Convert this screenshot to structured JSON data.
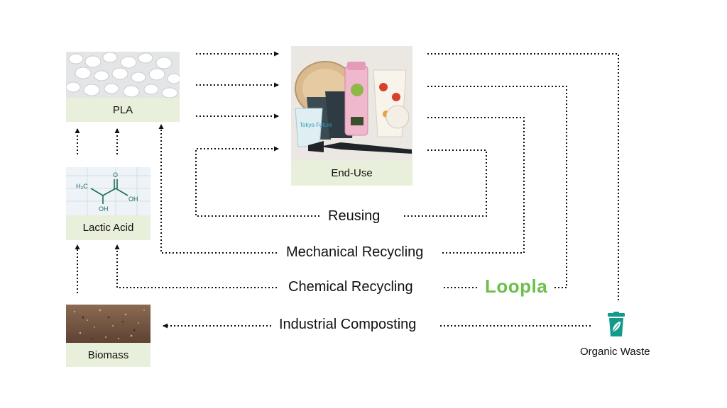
{
  "nodes": {
    "pla": "PLA",
    "lactic_acid": "Lactic Acid",
    "biomass": "Biomass",
    "end_use": "End-Use",
    "organic_waste": "Organic Waste"
  },
  "flows": {
    "reusing": "Reusing",
    "mechanical": "Mechanical Recycling",
    "chemical": "Chemical Recycling",
    "composting": "Industrial Composting"
  },
  "logo_text": "Loopla",
  "lactic_formula": {
    "ch3": "H₃C",
    "o": "O",
    "oh_right": "OH",
    "oh_bottom": "OH"
  },
  "end_use_print": "Tokyo Future",
  "colors": {
    "caption_bg": "#e8efda",
    "logo_green": "#6cc04a",
    "bin_teal": "#149a8a",
    "arrow": "#111111"
  },
  "icons": [
    "trash-bin-leaf-icon"
  ]
}
